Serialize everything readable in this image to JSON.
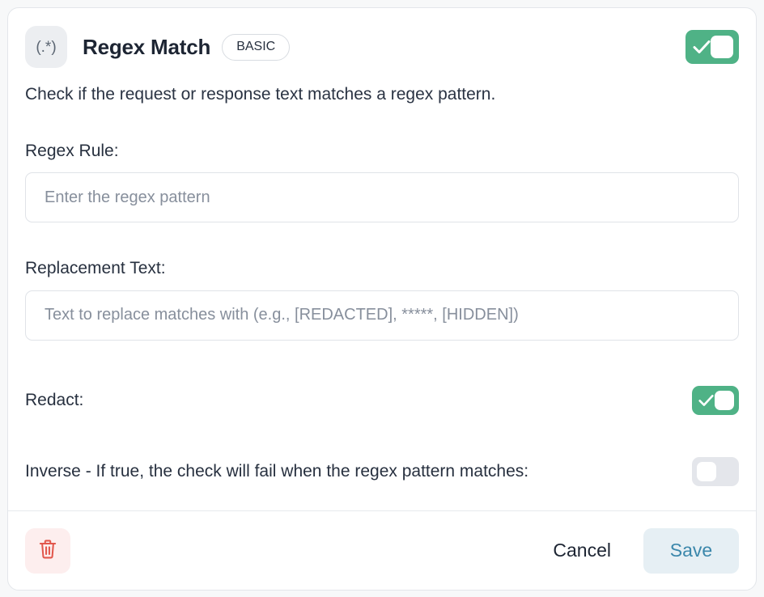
{
  "card": {
    "icon_glyph": "(.*)",
    "title": "Regex Match",
    "badge": "BASIC",
    "description": "Check if the request or response text matches a regex pattern.",
    "enabled_toggle": {
      "name": "enable-rule-toggle",
      "state": "on"
    }
  },
  "fields": {
    "regex_rule": {
      "label": "Regex Rule:",
      "placeholder": "Enter the regex pattern",
      "value": ""
    },
    "replacement_text": {
      "label": "Replacement Text:",
      "placeholder": "Text to replace matches with (e.g., [REDACTED], *****, [HIDDEN])",
      "value": ""
    },
    "redact": {
      "label": "Redact:",
      "state": "on"
    },
    "inverse": {
      "label": "Inverse - If true, the check will fail when the regex pattern matches:",
      "state": "off"
    }
  },
  "footer": {
    "delete_label": "trash-icon",
    "cancel_label": "Cancel",
    "save_label": "Save"
  },
  "colors": {
    "toggle_on": "#4fb286",
    "toggle_off": "#e4e6eb",
    "save_text": "#3b87ab",
    "save_background": "#e6eff4",
    "delete_icon": "#e2574c",
    "delete_background": "#fdeeee",
    "card_border": "#e3e6ea",
    "text_primary": "#27303f",
    "placeholder": "#878f9c"
  }
}
